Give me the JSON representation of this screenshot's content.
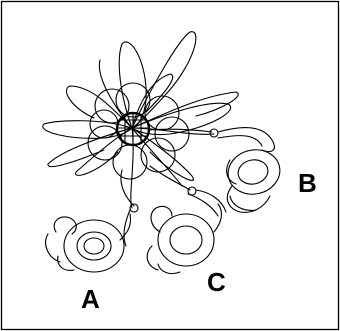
{
  "diagram": {
    "labels": {
      "a": "A",
      "b": "B",
      "c": "C"
    },
    "colors": {
      "ink": "#000000",
      "background": "#ffffff"
    }
  }
}
